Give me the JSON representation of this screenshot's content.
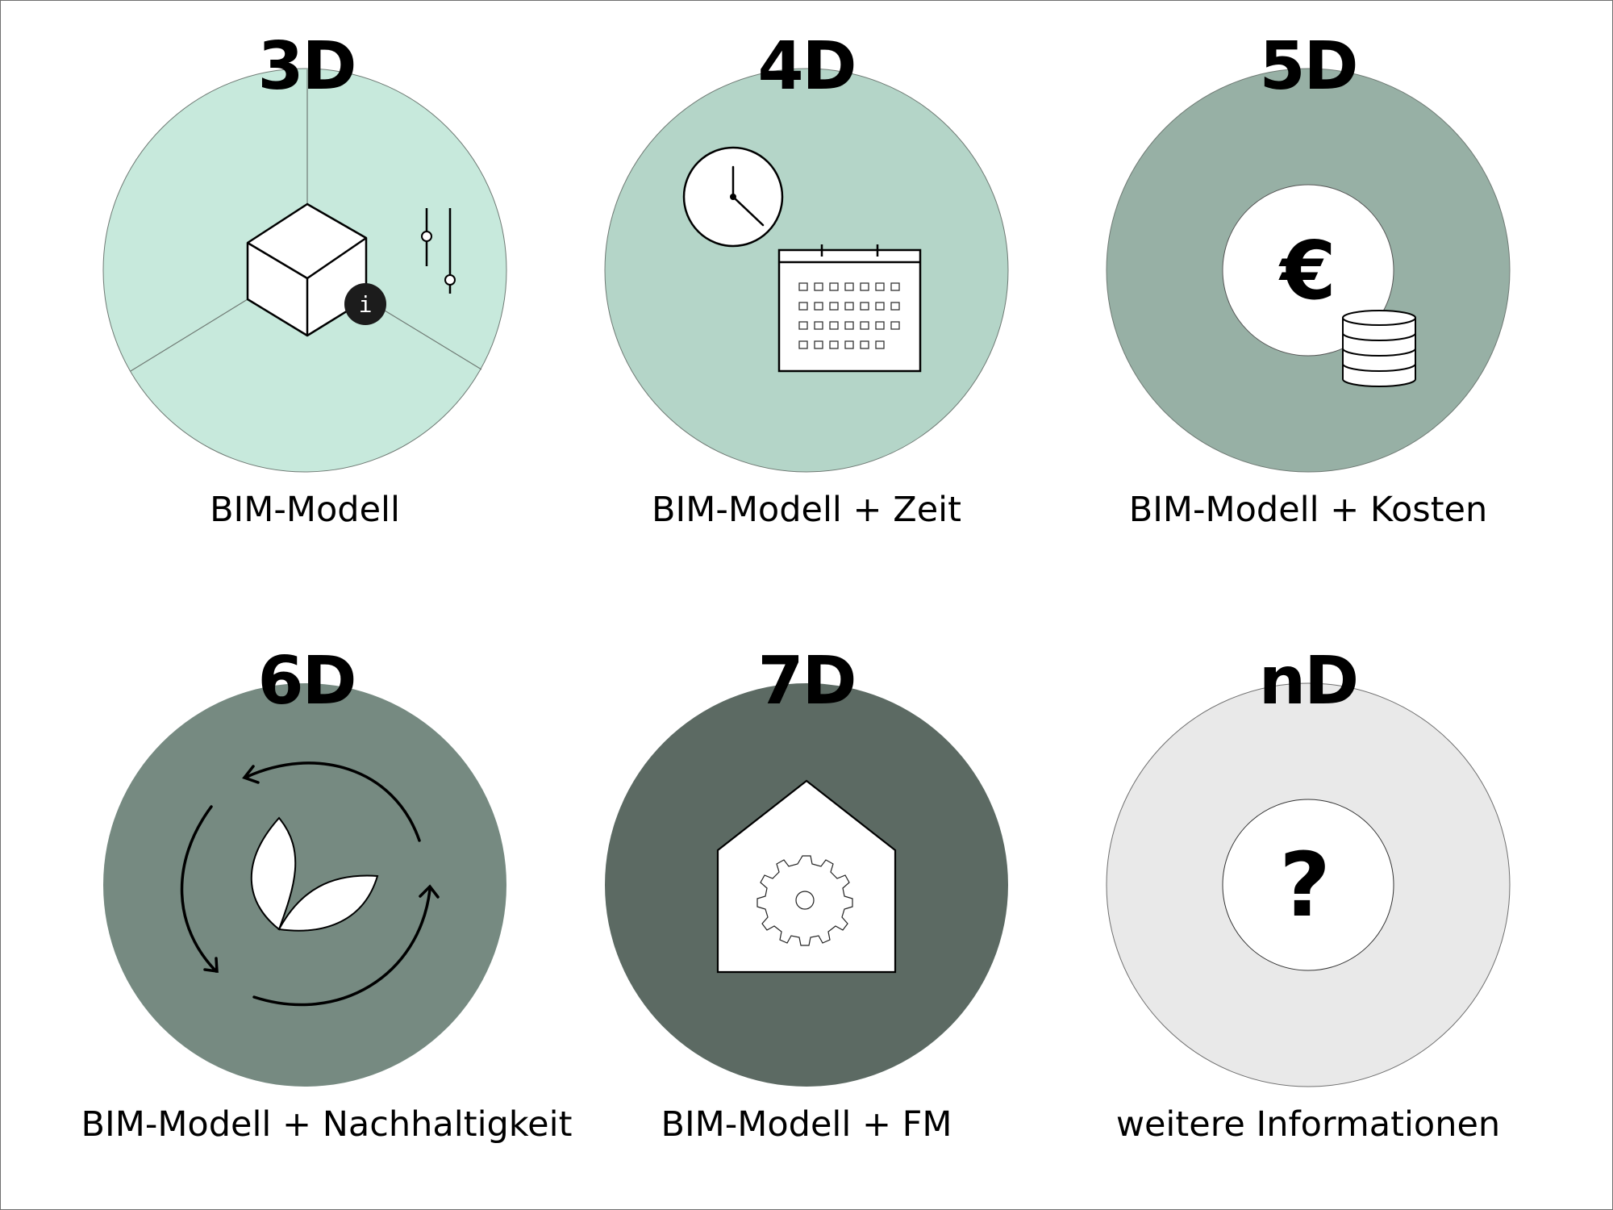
{
  "diagram": {
    "topic": "BIM dimensions",
    "colors": {
      "d3": "#c7e9dc",
      "d4": "#b4d5c8",
      "d5": "#97b0a5",
      "d6": "#768a81",
      "d7": "#5c6a63",
      "dn": "#e9e9e9",
      "outline": "#6f7a74",
      "icon_stroke": "#000000",
      "icon_fill": "#ffffff"
    },
    "items": [
      {
        "id": "3d",
        "title": "3D",
        "label": "BIM-Modell",
        "icon": "cube-with-info-and-sliders-icon"
      },
      {
        "id": "4d",
        "title": "4D",
        "label": "BIM-Modell + Zeit",
        "icon": "clock-and-calendar-icon"
      },
      {
        "id": "5d",
        "title": "5D",
        "label": "BIM-Modell + Kosten",
        "icon": "euro-and-coins-icon",
        "glyph": "€"
      },
      {
        "id": "6d",
        "title": "6D",
        "label": "BIM-Modell + Nachhaltigkeit",
        "icon": "recycle-leaves-icon"
      },
      {
        "id": "7d",
        "title": "7D",
        "label": "BIM-Modell + FM",
        "icon": "house-with-gear-icon"
      },
      {
        "id": "nd",
        "title": "nD",
        "label": "weitere Informationen",
        "icon": "question-mark-icon",
        "glyph": "?"
      }
    ],
    "info_badge": "i"
  }
}
